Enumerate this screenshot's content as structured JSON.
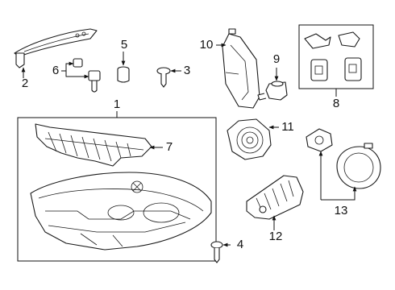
{
  "diagram": {
    "callouts": {
      "c1": "1",
      "c2": "2",
      "c3": "3",
      "c4": "4",
      "c5": "5",
      "c6": "6",
      "c7": "7",
      "c8": "8",
      "c9": "9",
      "c10": "10",
      "c11": "11",
      "c12": "12",
      "c13": "13"
    }
  }
}
